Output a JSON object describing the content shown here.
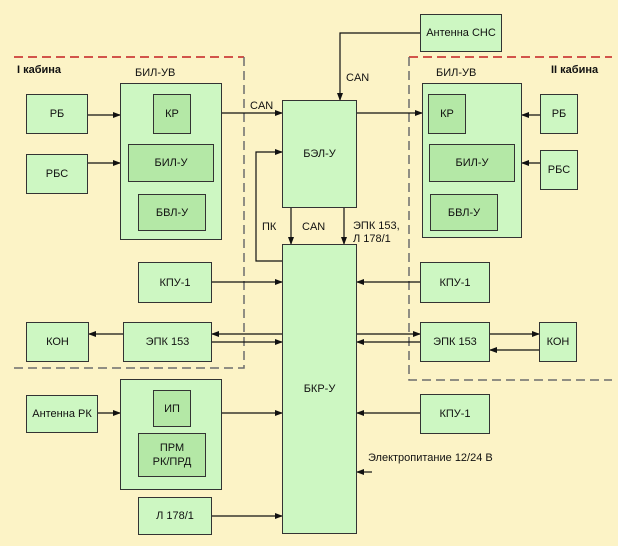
{
  "cabin_left": "I кабина",
  "cabin_right": "II кабина",
  "bil_uv_left_title": "БИЛ-УВ",
  "bil_uv_right_title": "БИЛ-УВ",
  "left": {
    "rb": "РБ",
    "rbs": "РБС",
    "kr": "КР",
    "bil_u": "БИЛ-У",
    "bvl_u": "БВЛ-У",
    "kpu1": "КПУ-1",
    "kon": "КОН",
    "epk153": "ЭПК 153",
    "antenna_rk": "Антенна РК",
    "ip": "ИП",
    "prm": "ПРМ\nРК/ПРД",
    "l178": "Л 178/1"
  },
  "right": {
    "rb": "РБ",
    "rbs": "РБС",
    "kr": "КР",
    "bil_u": "БИЛ-У",
    "bvl_u": "БВЛ-У",
    "kpu1_top": "КПУ-1",
    "kon": "КОН",
    "epk153": "ЭПК 153",
    "kpu1_bottom": "КПУ-1"
  },
  "antenna_sns": "Антенна СНС",
  "bel_u": "БЭЛ-У",
  "bkr_u": "БКР-У",
  "labels": {
    "can_top": "CAN",
    "can_left": "CAN",
    "can_mid": "CAN",
    "pk": "ПК",
    "epk_l178": "ЭПК 153,\nЛ 178/1",
    "power": "Электропитание 12/24 В"
  }
}
